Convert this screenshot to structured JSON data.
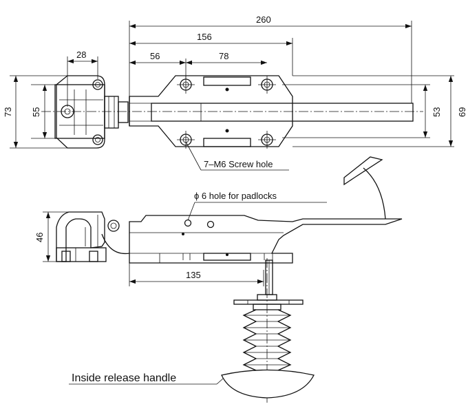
{
  "dimensions": {
    "overall_length": "260",
    "body_length": "156",
    "offset_56": "56",
    "hole_spacing_78": "78",
    "hinge_width": "28",
    "height_73": "73",
    "height_55": "55",
    "height_53": "53",
    "height_69": "69",
    "side_height": "46",
    "side_length": "135"
  },
  "labels": {
    "screw_hole": "7–M6 Screw hole",
    "padlock_hole": "ϕ 6 hole for padlocks",
    "release_handle": "Inside release handle"
  }
}
